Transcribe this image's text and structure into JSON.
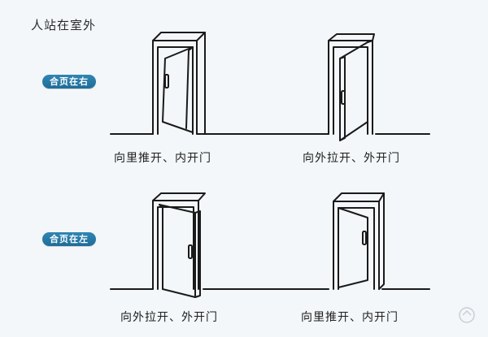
{
  "title": "人站在室外",
  "rows": [
    {
      "badge": "合页在右",
      "doors": [
        {
          "caption": "向里推开、内开门",
          "hinge": "right",
          "swing": "inward"
        },
        {
          "caption": "向外拉开、外开门",
          "hinge": "right",
          "swing": "outward"
        }
      ]
    },
    {
      "badge": "合页在左",
      "doors": [
        {
          "caption": "向外拉开、外开门",
          "hinge": "left",
          "swing": "outward"
        },
        {
          "caption": "向里推开、内开门",
          "hinge": "left",
          "swing": "inward"
        }
      ]
    }
  ],
  "colors": {
    "line": "#1a1a1a",
    "badge": "#2a7aa8",
    "background": "#f3f7fa"
  },
  "watermark_icon": "logo-watermark-icon"
}
